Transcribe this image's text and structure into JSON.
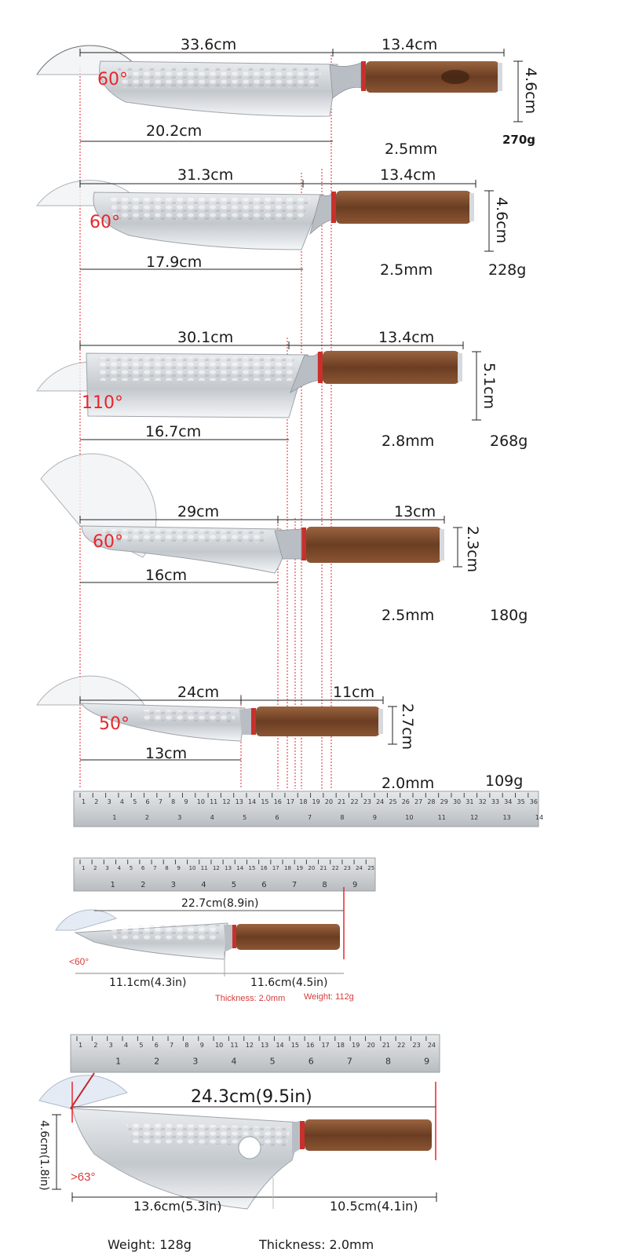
{
  "knives": [
    {
      "total": "33.6cm",
      "handle": "13.4cm",
      "blade": "20.2cm",
      "width": "4.6cm",
      "angle": "60°",
      "thickness": "2.5mm",
      "weight": "270g"
    },
    {
      "total": "31.3cm",
      "handle": "13.4cm",
      "blade": "17.9cm",
      "width": "4.6cm",
      "angle": "60°",
      "thickness": "2.5mm",
      "weight": "228g"
    },
    {
      "total": "30.1cm",
      "handle": "13.4cm",
      "blade": "16.7cm",
      "width": "5.1cm",
      "angle": "110°",
      "thickness": "2.8mm",
      "weight": "268g"
    },
    {
      "total": "29cm",
      "handle": "13cm",
      "blade": "16cm",
      "width": "2.3cm",
      "angle": "60°",
      "thickness": "2.5mm",
      "weight": "180g"
    },
    {
      "total": "24cm",
      "handle": "11cm",
      "blade": "13cm",
      "width": "2.7cm",
      "angle": "50°",
      "thickness": "2.0mm",
      "weight": "109g"
    }
  ],
  "ruler_main": {
    "cm_labels": [
      "1",
      "2",
      "3",
      "4",
      "5",
      "6",
      "7",
      "8",
      "9",
      "10",
      "11",
      "12",
      "13",
      "14",
      "15",
      "16",
      "17",
      "18",
      "19",
      "20",
      "21",
      "22",
      "23",
      "24",
      "25",
      "26",
      "27",
      "28",
      "29",
      "30",
      "31",
      "32",
      "33",
      "34",
      "35",
      "36"
    ],
    "in_labels": [
      "1",
      "2",
      "3",
      "4",
      "5",
      "6",
      "7",
      "8",
      "9",
      "10",
      "11",
      "12",
      "13",
      "14"
    ]
  },
  "utility_knife": {
    "total": "22.7cm(8.9in)",
    "blade": "11.1cm(4.3in)",
    "handle": "11.6cm(4.5in)",
    "angle": "<60°",
    "thickness": "Thickness: 2.0mm",
    "weight": "Weight: 112g",
    "ruler_cm": [
      "1",
      "2",
      "3",
      "4",
      "5",
      "6",
      "7",
      "8",
      "9",
      "10",
      "11",
      "12",
      "13",
      "14",
      "15",
      "16",
      "17",
      "18",
      "19",
      "20",
      "21",
      "22",
      "23",
      "24",
      "25"
    ],
    "ruler_in": [
      "1",
      "2",
      "3",
      "4",
      "5",
      "6",
      "7",
      "8",
      "9"
    ]
  },
  "hook_knife": {
    "total": "24.3cm(9.5in)",
    "blade": "13.6cm(5.3in)",
    "handle": "10.5cm(4.1in)",
    "width": "4.6cm(1.8in)",
    "angle": ">63°",
    "weight": "Weight: 128g",
    "thickness": "Thickness: 2.0mm",
    "ruler_cm": [
      "1",
      "2",
      "3",
      "4",
      "5",
      "6",
      "7",
      "8",
      "9",
      "10",
      "11",
      "12",
      "13",
      "14",
      "15",
      "16",
      "17",
      "18",
      "19",
      "20",
      "21",
      "22",
      "23",
      "24"
    ],
    "ruler_in": [
      "1",
      "2",
      "3",
      "4",
      "5",
      "6",
      "7",
      "8",
      "9"
    ]
  },
  "colors": {
    "accent_red": "#e8262b",
    "wood": "#7a4a2c",
    "steel": "#c9cdd1"
  }
}
